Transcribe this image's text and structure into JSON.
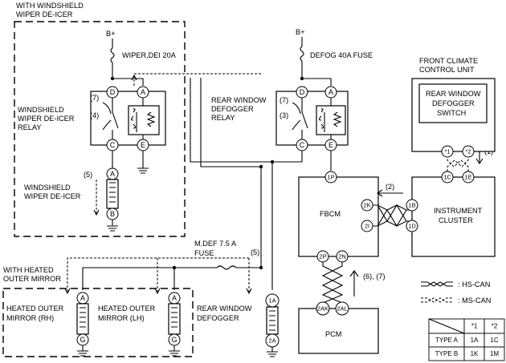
{
  "labels": {
    "with_ws_deicer_1": "WITH WINDSHIELD",
    "with_ws_deicer_2": "WIPER DE-ICER",
    "bplus_left": "B+",
    "bplus_mid": "B+",
    "fuse_wiper": "WIPER,DEI 20A",
    "fuse_defog": "DEFOG 40A FUSE",
    "ws_relay_1": "WINDSHIELD",
    "ws_relay_2": "WIPER DE-ICER",
    "ws_relay_3": "RELAY",
    "ws_deicer_1": "WINDSHIELD",
    "ws_deicer_2": "WIPER DE-ICER",
    "rw_relay_1": "REAR WINDOW",
    "rw_relay_2": "DEFOGGER",
    "rw_relay_3": "RELAY",
    "fccu_1": "FRONT CLIMATE",
    "fccu_2": "CONTROL UNIT",
    "rwds_1": "REAR WINDOW",
    "rwds_2": "DEFOGGER",
    "rwds_3": "SWITCH",
    "fbcm": "FBCM",
    "ic_1": "INSTRUMENT",
    "ic_2": "CLUSTER",
    "pcm": "PCM",
    "mdef_1": "M.DEF 7.5 A",
    "mdef_2": "FUSE",
    "with_mirror_1": "WITH HEATED",
    "with_mirror_2": "OUTER MIRROR",
    "hom_rh_1": "HEATED OUTER",
    "hom_rh_2": "MIRROR (RH)",
    "hom_lh_1": "HEATED OUTER",
    "hom_lh_2": "MIRROR (LH)",
    "rw_defogger_1": "REAR WINDOW",
    "rw_defogger_2": "DEFOGGER",
    "step_7_left": "(7)",
    "step_4": "(4)",
    "step_5_left": "(5)",
    "step_7_mid": "(7)",
    "step_3": "(3)",
    "step_1": "(1)",
    "step_2": "(2)",
    "step_5_mid": "(5)",
    "step_6_7": "(6), (7)",
    "legend_hs": ": HS-CAN",
    "legend_ms": ": MS-CAN"
  },
  "pins": {
    "ws_D": "D",
    "ws_A": "A",
    "ws_C": "C",
    "ws_E": "E",
    "deicer_A": "A",
    "deicer_B": "B",
    "rw_D": "D",
    "rw_A": "A",
    "rw_C": "C",
    "rw_E": "E",
    "fbcm_1P": "1P",
    "fbcm_2K": "2K",
    "fbcm_2I": "2I",
    "fbcm_2P": "2P",
    "fbcm_2N": "2N",
    "ic_1B": "1B",
    "ic_1D": "1D",
    "ic_1C": "1C",
    "ic_1E": "1E",
    "fccu_s1": "*1",
    "fccu_s2": "*2",
    "pcm_2AK": "2AK",
    "pcm_2AL": "2AL",
    "rh_A": "A",
    "rh_G": "G",
    "lh_A": "A",
    "lh_G": "G",
    "rwd_1A": "1A",
    "rwd_2A": "2A"
  },
  "table": {
    "header": [
      "",
      "*1",
      "*2"
    ],
    "rows": [
      [
        "TYPE A",
        "1A",
        "1C"
      ],
      [
        "TYPE B",
        "1K",
        "1M"
      ]
    ]
  }
}
